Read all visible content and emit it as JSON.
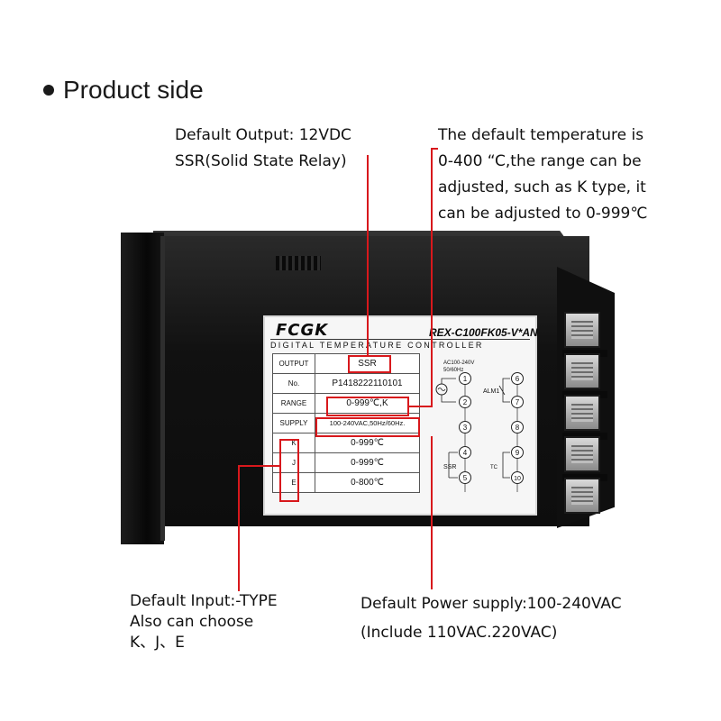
{
  "heading": "Product side",
  "annotations": {
    "output_lines": [
      "Default Output: 12VDC",
      "SSR(Solid State Relay)"
    ],
    "temperature_lines": [
      "The default temperature is",
      "0-400 “C,the range can be",
      "adjusted, such as K type, it",
      "can be adjusted to 0-999℃"
    ],
    "input_lines": [
      "Default Input:-TYPE",
      "Also can choose",
      "K、J、E"
    ],
    "power_lines": [
      "Default Power supply:100-240VAC",
      "(Include 110VAC.220VAC)"
    ]
  },
  "device_label": {
    "brand": "FCGK",
    "model": "REX-C100FK05-V*AN",
    "subtitle": "DIGITAL TEMPERATURE CONTROLLER",
    "rows": [
      {
        "key": "OUTPUT",
        "value": "SSR"
      },
      {
        "key": "No.",
        "value": "P1418222110101"
      },
      {
        "key": "RANGE",
        "value": "0-999℃,K"
      },
      {
        "key": "SUPPLY",
        "value": "100-240VAC,50Hz/60Hz."
      },
      {
        "key": "K",
        "value": "0-999℃"
      },
      {
        "key": "J",
        "value": "0-999℃"
      },
      {
        "key": "E",
        "value": "0-800℃"
      }
    ],
    "diagram": {
      "supply_text": [
        "AC100-240V",
        "50/60Hz"
      ],
      "alarm_label": "ALM1",
      "ssr_label": "SSR",
      "tc_label": "TC",
      "terminals": [
        "1",
        "2",
        "3",
        "4",
        "5",
        "6",
        "7",
        "8",
        "9",
        "10"
      ]
    }
  },
  "colors": {
    "annotation_red": "#d8181c",
    "device_black": "#111111",
    "label_bg": "#f6f6f6"
  },
  "icons": [
    "bullet-icon",
    "terminal-screw-icon",
    "ac-source-icon"
  ]
}
